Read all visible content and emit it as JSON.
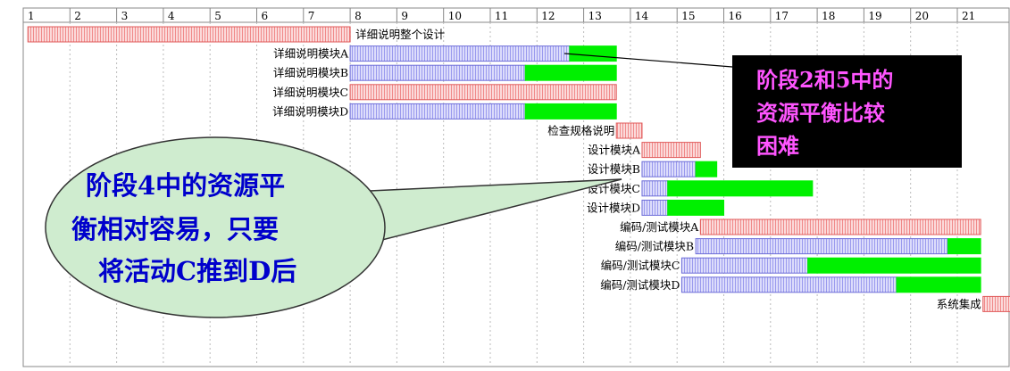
{
  "timeline": {
    "columns": [
      "1",
      "2",
      "3",
      "4",
      "5",
      "6",
      "7",
      "8",
      "9",
      "10",
      "11",
      "12",
      "13",
      "14",
      "15",
      "16",
      "17",
      "18",
      "19",
      "20",
      "21"
    ]
  },
  "tasks": [
    {
      "label": "详细说明整个设计",
      "label_side": "right",
      "start": 0.1,
      "end": 7.0,
      "pattern": "red",
      "slack_end": null
    },
    {
      "label": "详细说明模块A",
      "label_side": "left",
      "start": 7.0,
      "end": 11.7,
      "pattern": "blue",
      "slack_end": 12.7
    },
    {
      "label": "详细说明模块B",
      "label_side": "left",
      "start": 7.0,
      "end": 10.75,
      "pattern": "blue",
      "slack_end": 12.7
    },
    {
      "label": "详细说明模块C",
      "label_side": "left",
      "start": 7.0,
      "end": 12.7,
      "pattern": "red",
      "slack_end": null
    },
    {
      "label": "详细说明模块D",
      "label_side": "left",
      "start": 7.0,
      "end": 10.75,
      "pattern": "blue",
      "slack_end": 12.7
    },
    {
      "label": "检查规格说明",
      "label_side": "left",
      "start": 12.7,
      "end": 13.25,
      "pattern": "red",
      "slack_end": null
    },
    {
      "label": "设计模块A",
      "label_side": "left",
      "start": 13.25,
      "end": 14.5,
      "pattern": "red",
      "slack_end": null
    },
    {
      "label": "设计模块B",
      "label_side": "left",
      "start": 13.25,
      "end": 14.4,
      "pattern": "blue",
      "slack_end": 14.85
    },
    {
      "label": "设计模块C",
      "label_side": "left",
      "start": 13.25,
      "end": 13.8,
      "pattern": "blue",
      "slack_end": 16.9
    },
    {
      "label": "设计模块D",
      "label_side": "left",
      "start": 13.25,
      "end": 13.8,
      "pattern": "blue",
      "slack_end": 15.0
    },
    {
      "label": "编码/测试模块A",
      "label_side": "left",
      "start": 14.5,
      "end": 20.5,
      "pattern": "red",
      "slack_end": null
    },
    {
      "label": "编码/测试模块B",
      "label_side": "left",
      "start": 14.4,
      "end": 19.8,
      "pattern": "blue",
      "slack_end": 20.5
    },
    {
      "label": "编码/测试模块C",
      "label_side": "left",
      "start": 14.1,
      "end": 16.8,
      "pattern": "blue",
      "slack_end": 20.5
    },
    {
      "label": "编码/测试模块D",
      "label_side": "left",
      "start": 14.1,
      "end": 18.7,
      "pattern": "blue",
      "slack_end": 20.5
    },
    {
      "label": "系统集成",
      "label_side": "left",
      "start": 20.55,
      "end": 21.7,
      "pattern": "red",
      "slack_end": null
    }
  ],
  "callouts": {
    "black_box": {
      "lines": [
        "阶段2和5中的",
        "资源平衡比较",
        "困难"
      ]
    },
    "green_bubble": {
      "lines": [
        "阶段4中的资源平",
        "衡相对容易，只要",
        "将活动C推到D后"
      ]
    }
  },
  "colors": {
    "red_pattern_border": "#e05a5a",
    "red_pattern_fill": "#fbdada",
    "blue_pattern_border": "#6d6dd8",
    "blue_pattern_fill": "#dcdcfb",
    "slack_green": "#00f000",
    "grid": "#888888",
    "callout_black": "#000000",
    "callout_black_text": "#ff55ff",
    "bubble_fill": "#cfeccf",
    "bubble_text": "#0000cc"
  }
}
